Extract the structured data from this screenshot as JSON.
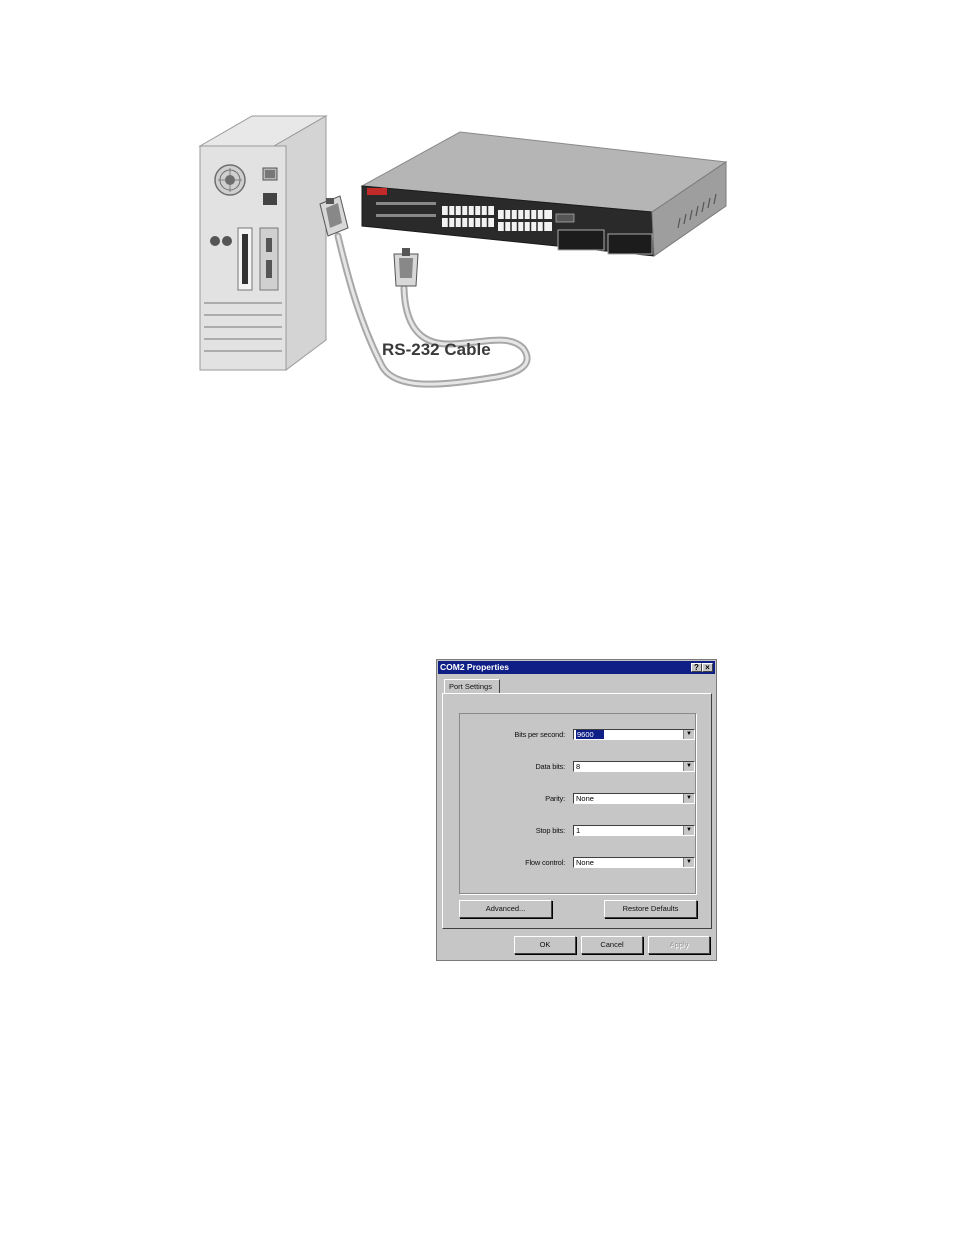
{
  "figure": {
    "cable_label": "RS-232 Cable"
  },
  "dialog": {
    "title": "COM2 Properties",
    "help_glyph": "?",
    "close_glyph": "×",
    "tab_label": "Port Settings",
    "fields": [
      {
        "label": "Bits per second:",
        "value": "9600",
        "selected": true
      },
      {
        "label": "Data bits:",
        "value": "8",
        "selected": false
      },
      {
        "label": "Parity:",
        "value": "None",
        "selected": false
      },
      {
        "label": "Stop bits:",
        "value": "1",
        "selected": false
      },
      {
        "label": "Flow control:",
        "value": "None",
        "selected": false
      }
    ],
    "dropdown_glyph": "▼",
    "advanced_label": "Advanced...",
    "restore_label": "Restore Defaults",
    "ok_label": "OK",
    "cancel_label": "Cancel",
    "apply_label": "Apply",
    "colors": {
      "titlebar": "#0f1f86",
      "face": "#c6c6c6"
    }
  }
}
